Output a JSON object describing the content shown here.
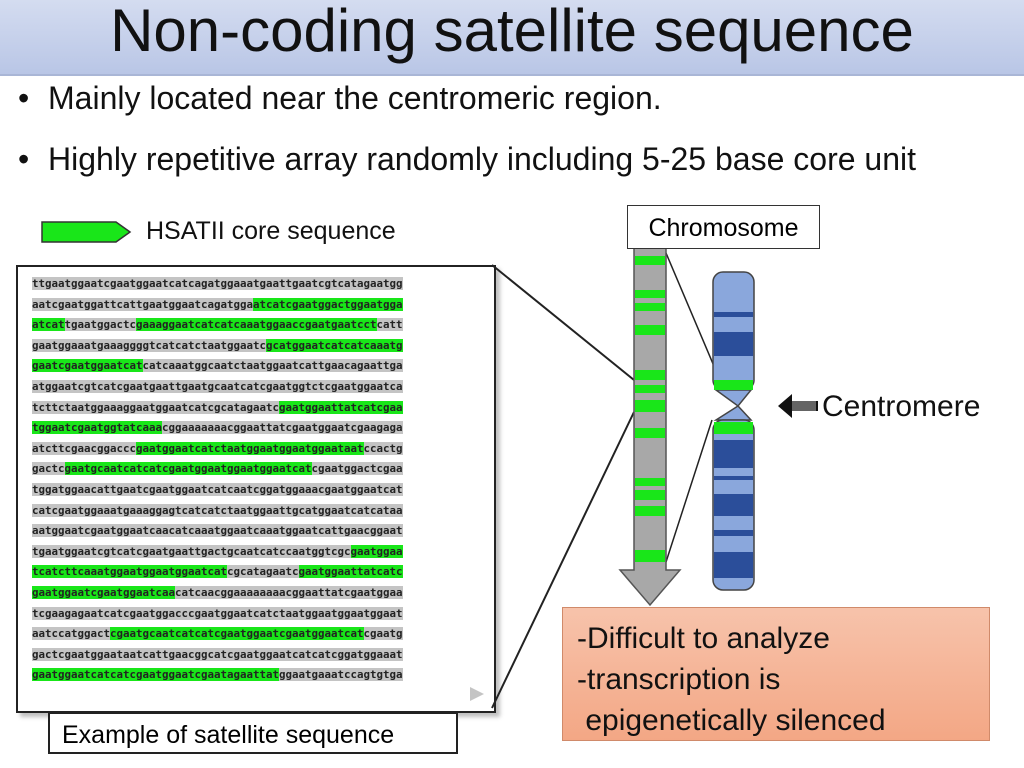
{
  "title": "Non-coding satellite sequence",
  "bullets": [
    "Mainly located near the centromeric region.",
    "Highly repetitive array randomly including 5-25 base core unit"
  ],
  "bullet_marker": "•",
  "legend_label": "HSATII core sequence",
  "chromosome_label": "Chromosome",
  "centromere_label": "Centromere",
  "caption": "Example of satellite sequence",
  "notes": [
    "-Difficult to analyze",
    "-transcription is",
    " epigenetically silenced"
  ],
  "colors": {
    "highlight": "#19e619",
    "chromosome_blue": "#8aa7dc",
    "note_bg": "#f3a785"
  },
  "sequence_lines": [
    [
      [
        "ttgaatggaatcgaatggaatcatcagatggaaatgaattgaatcgtcatagaatgg",
        false
      ]
    ],
    [
      [
        "aatcgaatggattcattgaatggaatcagatgga",
        false
      ],
      [
        "atcatcgaatggactggaatgga",
        true
      ]
    ],
    [
      [
        "atcat",
        true
      ],
      [
        "tgaatggactc",
        false
      ],
      [
        "gaaaggaatcatcatcaaatggaaccgaatgaatcct",
        true
      ],
      [
        "catt",
        false
      ]
    ],
    [
      [
        "gaatggaaatgaaaggggtcatcatctaatggaatc",
        false
      ],
      [
        "gcatggaatcatcatcaaatg",
        true
      ]
    ],
    [
      [
        "gaatcgaatggaatcat",
        true
      ],
      [
        "catcaaatggcaatctaatggaatcattgaacagaattga",
        false
      ]
    ],
    [
      [
        "atggaatcgtcatcgaatgaattgaatgcaatcatcgaatggtctcgaatggaatca",
        false
      ]
    ],
    [
      [
        "tcttctaatggaaaggaatggaatcatcgcatagaatc",
        false
      ],
      [
        "gaatggaattatcatcgaa",
        true
      ]
    ],
    [
      [
        "tggaatcgaatggtatcaaa",
        true
      ],
      [
        "cggaaaaaaacggaattatcgaatggaatcgaagaga",
        false
      ]
    ],
    [
      [
        "atcttcgaacggaccc",
        false
      ],
      [
        "gaatggaatcatctaatggaatggaatggaataat",
        true
      ],
      [
        "ccactg",
        false
      ]
    ],
    [
      [
        "gactc",
        false
      ],
      [
        "gaatgcaatcatcatcgaatggaatggaatggaatcat",
        true
      ],
      [
        "cgaatggactcgaa",
        false
      ]
    ],
    [
      [
        "tggatggaacattgaatcgaatggaatcatcaatcggatggaaacgaatggaatcat",
        false
      ]
    ],
    [
      [
        "catcgaatggaaatgaaaggagtcatcatctaatggaattgcatggaatcatcataa",
        false
      ]
    ],
    [
      [
        "aatggaatcgaatggaatcaacatcaaatggaatcaaatggaatcattgaacggaat",
        false
      ]
    ],
    [
      [
        "tgaatggaatcgtcatcgaatgaattgactgcaatcatccaatggtcgc",
        false
      ],
      [
        "gaatggaa",
        true
      ]
    ],
    [
      [
        "tcatcttcaaatggaatggaatggaatcat",
        true
      ],
      [
        "cgcatagaatc",
        false
      ],
      [
        "gaatggaattatcatc",
        true
      ]
    ],
    [
      [
        "gaatggaatcgaatggaatcaa",
        true
      ],
      [
        "catcaacggaaaaaaaacggaattatcgaatggaa",
        false
      ]
    ],
    [
      [
        "tcgaagagaatcatcgaatggacccgaatggaatcatctaatggaatggaatggaat",
        false
      ]
    ],
    [
      [
        "aatccatggact",
        false
      ],
      [
        "cgaatgcaatcatcatcgaatggaatcgaatggaatcat",
        true
      ],
      [
        "cgaatg",
        false
      ]
    ],
    [
      [
        "gactcgaatggaataatcattgaacggcatcgaatggaatcatcatcggatggaaat",
        false
      ]
    ],
    [
      [
        "gaatggaatcatcatcgaatggaatcgaatagaattat",
        true
      ],
      [
        "ggaatgaaatccagtgtga",
        false
      ]
    ]
  ]
}
